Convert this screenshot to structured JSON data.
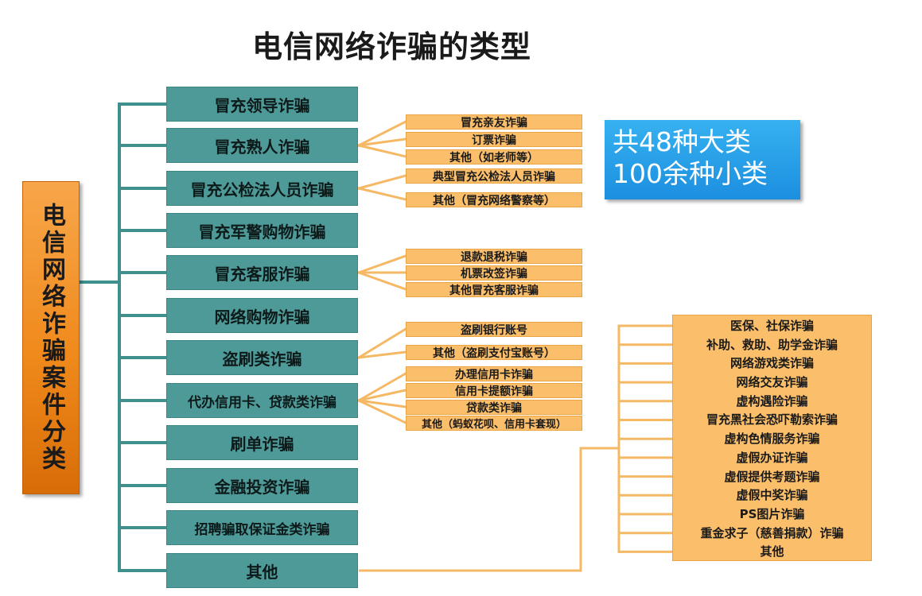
{
  "title": "电信网络诈骗的类型",
  "root_label": "电信网络诈骗案件分类",
  "summary": {
    "line1": "共48种大类",
    "line2": "100余种小类"
  },
  "categories": [
    {
      "label": "冒充领导诈骗",
      "subs": []
    },
    {
      "label": "冒充熟人诈骗",
      "subs": [
        "冒充亲友诈骗",
        "订票诈骗",
        "其他（如老师等）"
      ]
    },
    {
      "label": "冒充公检法人员诈骗",
      "subs": [
        "典型冒充公检法人员诈骗",
        "其他（冒充网络警察等）"
      ]
    },
    {
      "label": "冒充军警购物诈骗",
      "subs": []
    },
    {
      "label": "冒充客服诈骗",
      "subs": [
        "退款退税诈骗",
        "机票改签诈骗",
        "其他冒充客服诈骗"
      ]
    },
    {
      "label": "网络购物诈骗",
      "subs": []
    },
    {
      "label": "盗刷类诈骗",
      "subs": [
        "盗刷银行账号",
        "其他（盗刷支付宝账号）"
      ]
    },
    {
      "label": "代办信用卡、贷款类诈骗",
      "subs": [
        "办理信用卡诈骗",
        "信用卡提额诈骗",
        "贷款类诈骗",
        "其他（蚂蚁花呗、信用卡套现）"
      ]
    },
    {
      "label": "刷单诈骗",
      "subs": []
    },
    {
      "label": "金融投资诈骗",
      "subs": []
    },
    {
      "label": "招聘骗取保证金类诈骗",
      "subs": []
    },
    {
      "label": "其他",
      "subs": []
    }
  ],
  "other_items": [
    "医保、社保诈骗",
    "补助、救助、助学金诈骗",
    "网络游戏类诈骗",
    "网络交友诈骗",
    "虚构遇险诈骗",
    "冒充黑社会恐吓勒索诈骗",
    "虚构色情服务诈骗",
    "虚假办证诈骗",
    "虚假提供考题诈骗",
    "虚假中奖诈骗",
    "PS图片诈骗",
    "重金求子（慈善捐款）诈骗",
    "其他"
  ],
  "colors": {
    "teal_box": "#4e9a98",
    "teal_line": "#3f908c",
    "orange_box": "#fbbe6a",
    "orange_line": "#f5b864",
    "root_orange": "#f08a1c",
    "info_blue": "#1c8fe0"
  }
}
